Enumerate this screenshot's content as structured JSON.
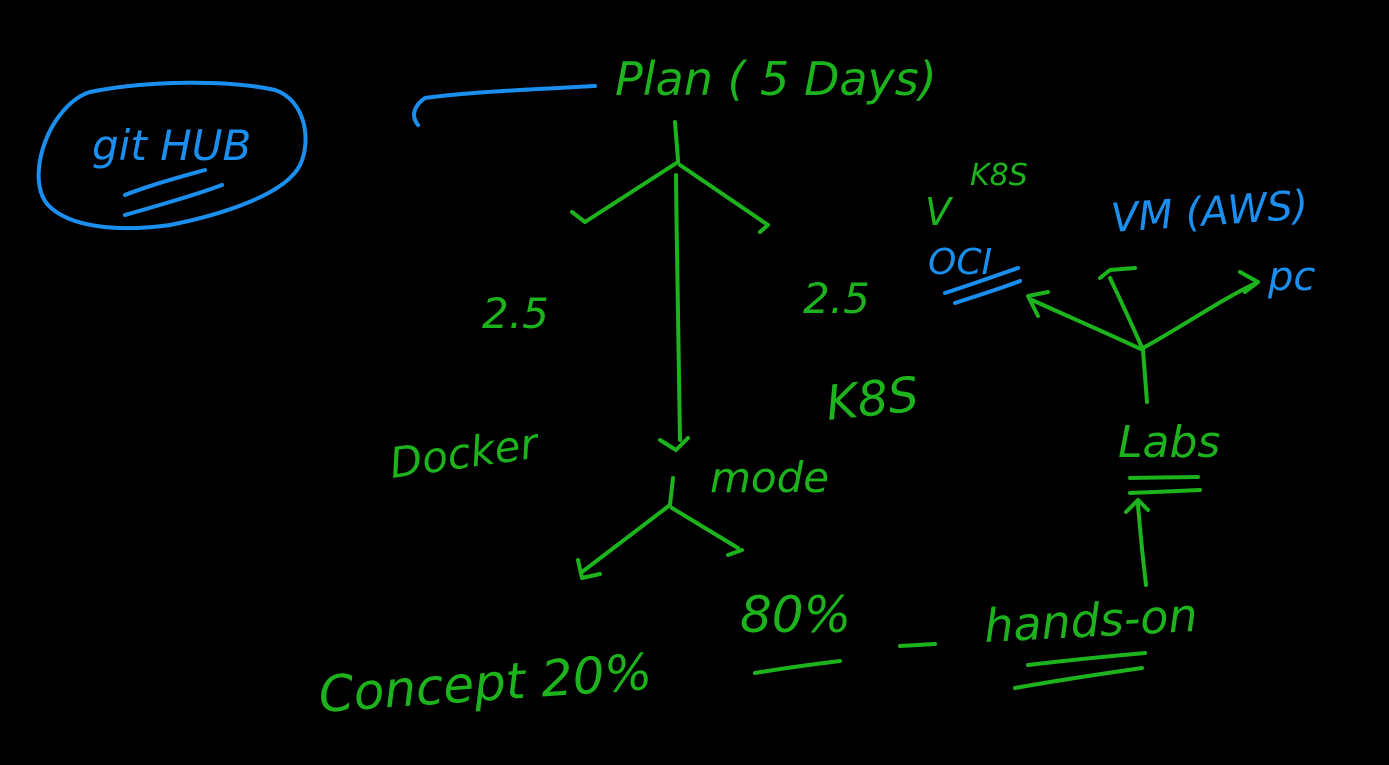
{
  "colors": {
    "background": "#000000",
    "green_ink": "#1db31d",
    "blue_ink": "#1b8ff0"
  },
  "labels": {
    "github": "git HUB",
    "plan": "Plan ( 5 Days)",
    "left_days": "2.5",
    "right_days": "2.5",
    "docker": "Docker",
    "k8s_main": "K8S",
    "mode": "mode",
    "concept": "Concept 20%",
    "hands_on_percent": "80%",
    "hands_on": "hands-on",
    "labs": "Labs",
    "k8s_small": "K8S",
    "checkmark": "V",
    "oci": "OCI",
    "vm_aws": "VM (AWS)",
    "pc": "pc"
  }
}
